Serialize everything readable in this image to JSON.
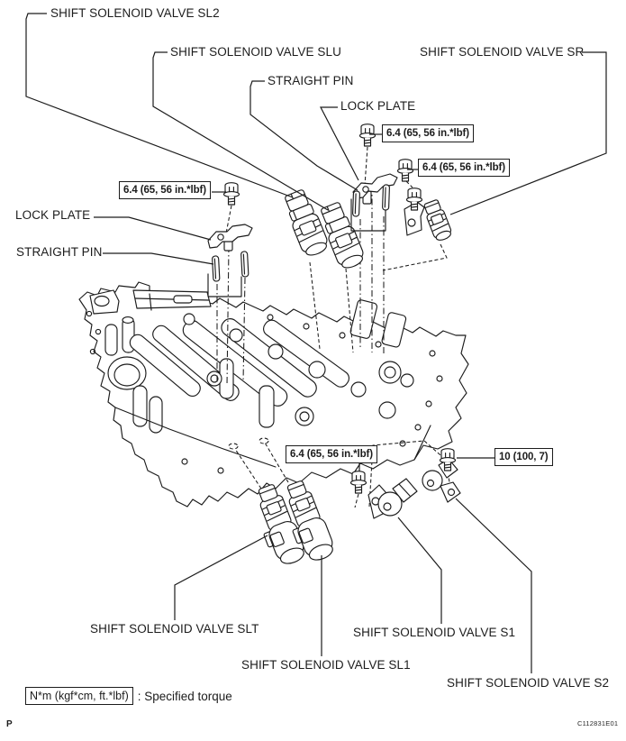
{
  "diagram": {
    "labels": [
      {
        "id": "sl2",
        "text": "SHIFT SOLENOID VALVE SL2"
      },
      {
        "id": "slu",
        "text": "SHIFT SOLENOID VALVE SLU"
      },
      {
        "id": "straight-pin-top",
        "text": "STRAIGHT PIN"
      },
      {
        "id": "lock-plate-top",
        "text": "LOCK PLATE"
      },
      {
        "id": "sr",
        "text": "SHIFT SOLENOID VALVE SR"
      },
      {
        "id": "lock-plate-left",
        "text": "LOCK PLATE"
      },
      {
        "id": "straight-pin-left",
        "text": "STRAIGHT PIN"
      },
      {
        "id": "slt",
        "text": "SHIFT SOLENOID VALVE SLT"
      },
      {
        "id": "sl1",
        "text": "SHIFT SOLENOID VALVE SL1"
      },
      {
        "id": "s1",
        "text": "SHIFT SOLENOID VALVE S1"
      },
      {
        "id": "s2",
        "text": "SHIFT SOLENOID VALVE S2"
      }
    ],
    "torque_callouts": [
      {
        "id": "lock-plate-bolt-torque",
        "text": "6.4 (65, 56 in.*lbf)"
      },
      {
        "id": "sr-bolt-torque",
        "text": "6.4 (65, 56 in.*lbf)"
      },
      {
        "id": "left-lock-plate-bolt-torque",
        "text": "6.4 (65, 56 in.*lbf)"
      },
      {
        "id": "bottom-bolt-torque",
        "text": "6.4 (65, 56 in.*lbf)"
      },
      {
        "id": "s2-bolt-torque",
        "text": "10 (100, 7)"
      }
    ],
    "legend": {
      "unit_box": "N*m (kgf*cm, ft.*lbf)",
      "description": ": Specified torque"
    },
    "figure_code": "C112831E01",
    "page_marker": "P",
    "colors": {
      "line": "#1c1c1c",
      "background": "#ffffff"
    }
  }
}
